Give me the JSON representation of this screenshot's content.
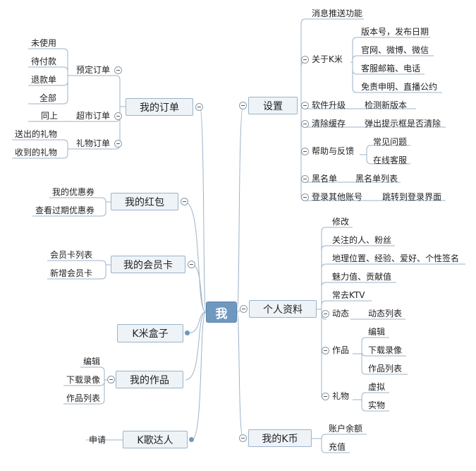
{
  "root": "我",
  "left": {
    "orders": {
      "label": "我的订单",
      "reserve": {
        "label": "预定订单",
        "items": [
          "未使用",
          "待付款",
          "退款单",
          "全部"
        ]
      },
      "market": {
        "label": "超市订单",
        "items": [
          "同上"
        ]
      },
      "gift": {
        "label": "礼物订单",
        "items": [
          "送出的礼物",
          "收到的礼物"
        ]
      }
    },
    "redpack": {
      "label": "我的红包",
      "items": [
        "我的优惠券",
        "查看过期优惠券"
      ]
    },
    "membercard": {
      "label": "我的会员卡",
      "items": [
        "会员卡列表",
        "新增会员卡"
      ]
    },
    "kbox": {
      "label": "K米盒子"
    },
    "works": {
      "label": "我的作品",
      "items": [
        "编辑",
        "下载录像",
        "作品列表"
      ]
    },
    "singer": {
      "label": "K歌达人",
      "items": [
        "申请"
      ]
    }
  },
  "right": {
    "settings": {
      "label": "设置",
      "push": "消息推送功能",
      "about": {
        "label": "关于K米",
        "items": [
          "版本号，发布日期",
          "官网、微博、微信",
          "客服邮箱、电话",
          "免责申明、直播公约"
        ]
      },
      "upgrade": {
        "label": "软件升级",
        "items": [
          "检测新版本"
        ]
      },
      "clearcache": {
        "label": "清除缓存",
        "items": [
          "弹出提示框是否清除"
        ]
      },
      "help": {
        "label": "帮助与反馈",
        "items": [
          "常见问题",
          "在线客服"
        ]
      },
      "blacklist": {
        "label": "黑名单",
        "items": [
          "黑名单列表"
        ]
      },
      "login": {
        "label": "登录其他账号",
        "items": [
          "跳转到登录界面"
        ]
      }
    },
    "profile": {
      "label": "个人资料",
      "edit": "修改",
      "follow": "关注的人、粉丝",
      "info": "地理位置、经验、爱好、个性签名",
      "charm": "魅力值、贡献值",
      "ktv": "常去KTV",
      "dynamic": {
        "label": "动态",
        "items": [
          "动态列表"
        ]
      },
      "works": {
        "label": "作品",
        "items": [
          "编辑",
          "下载录像",
          "作品列表"
        ]
      },
      "gift": {
        "label": "礼物",
        "items": [
          "虚拟",
          "实物"
        ]
      }
    },
    "coins": {
      "label": "我的K币",
      "items": [
        "账户余额",
        "充值"
      ]
    }
  },
  "colors": {
    "line": "#9bb3c8",
    "box_fill": "#eef3f7",
    "root_fill": "#6f98bf",
    "dot": "#6f98bf"
  }
}
